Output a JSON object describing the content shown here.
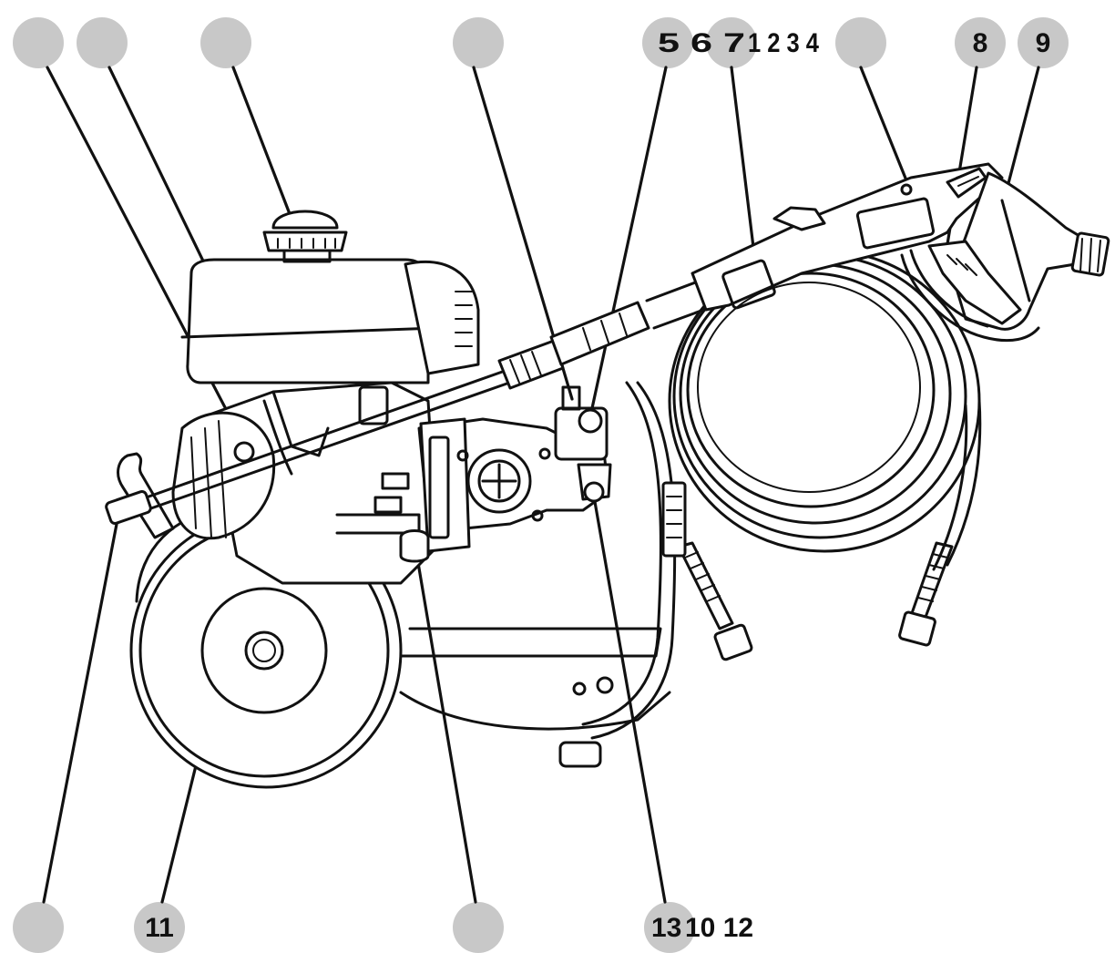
{
  "colors": {
    "ink": "#111111",
    "badge_grey": "#c8c8c8",
    "background": "#ffffff"
  },
  "callouts_top": [
    "",
    "",
    "",
    "",
    "5 6 7",
    "1 2 3 4",
    "",
    "8",
    "9"
  ],
  "callouts_bottom": [
    "",
    "11",
    "",
    "13",
    "10 12"
  ],
  "illustration": {
    "subject": "pressure-washer-line-drawing",
    "parts": [
      "engine",
      "fuel-tank",
      "fuel-cap",
      "recoil-starter",
      "pump",
      "lance",
      "spray-gun",
      "trigger",
      "hose-reel",
      "wheel",
      "frame",
      "high-pressure-hose"
    ]
  }
}
